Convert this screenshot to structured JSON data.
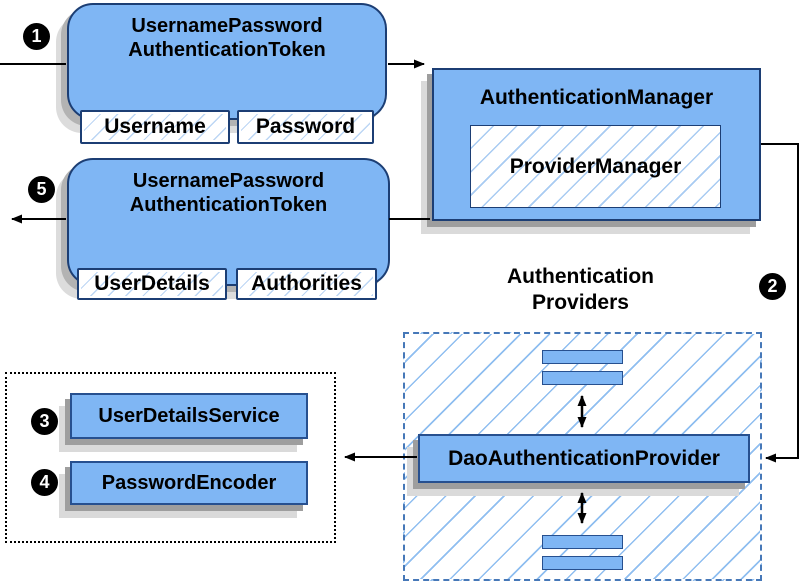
{
  "steps": {
    "one": "1",
    "two": "2",
    "three": "3",
    "four": "4",
    "five": "5"
  },
  "request_token": {
    "title_line1": "UsernamePassword",
    "title_line2": "AuthenticationToken",
    "fields": [
      "Username",
      "Password"
    ]
  },
  "authentication_manager": {
    "title": "AuthenticationManager",
    "implementation": "ProviderManager"
  },
  "response_token": {
    "title_line1": "UsernamePassword",
    "title_line2": "AuthenticationToken",
    "fields": [
      "UserDetails",
      "Authorities"
    ]
  },
  "authentication_providers": {
    "title_line1": "Authentication",
    "title_line2": "Providers",
    "provider": "DaoAuthenticationProvider"
  },
  "collaborators": {
    "items": [
      "UserDetailsService",
      "PasswordEncoder"
    ]
  },
  "colors": {
    "box_fill": "#7fb6f4",
    "box_border": "#1c3e74",
    "hatch_line": "#9cc3ee",
    "shadow_dark": "#9e9e9e",
    "shadow_light": "#dadada",
    "providers_dashed_border": "#4678b8",
    "collaborators_dotted_border": "#000000",
    "connector": "#000000",
    "badge_background": "#000000",
    "badge_text": "#ffffff"
  }
}
